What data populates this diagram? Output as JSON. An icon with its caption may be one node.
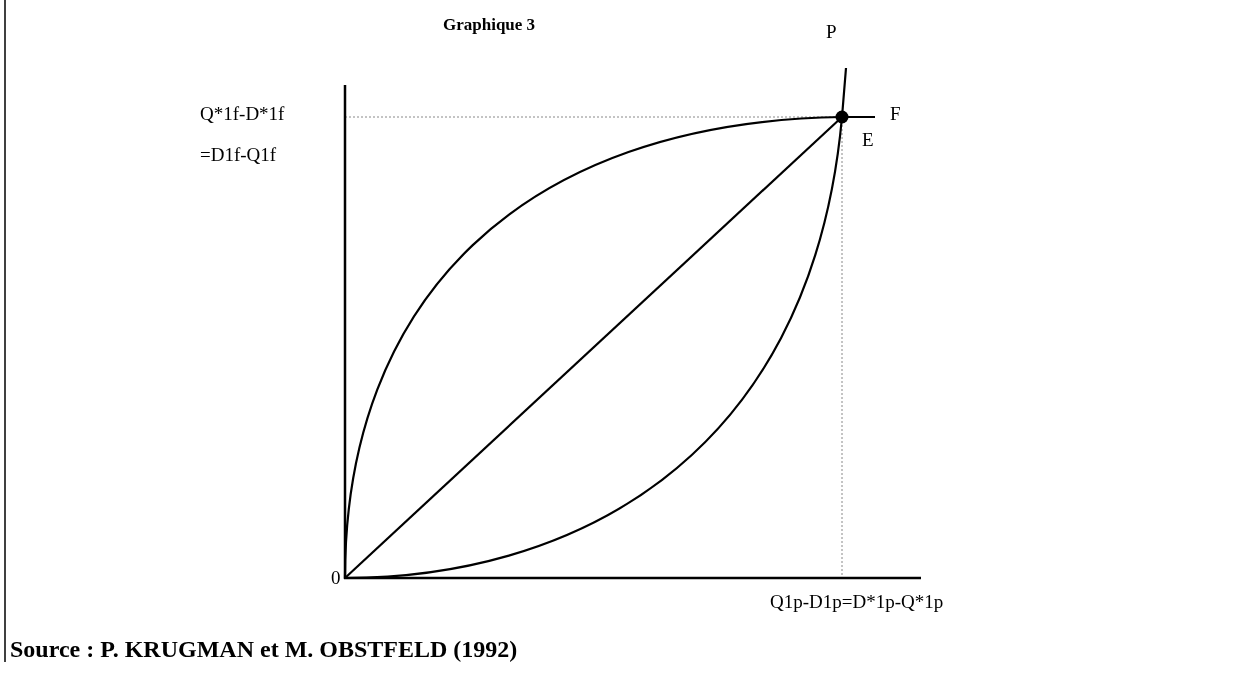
{
  "diagram": {
    "title": "Graphique 3",
    "caption": "Source : P. KRUGMAN et M. OBSTFELD (1992)",
    "labels": [
      "P",
      "Q*1f-D*1f",
      "F",
      "E",
      "=D1f-Q1f",
      "0",
      "Q1p-D1p=D*1p-Q*1p"
    ]
  }
}
